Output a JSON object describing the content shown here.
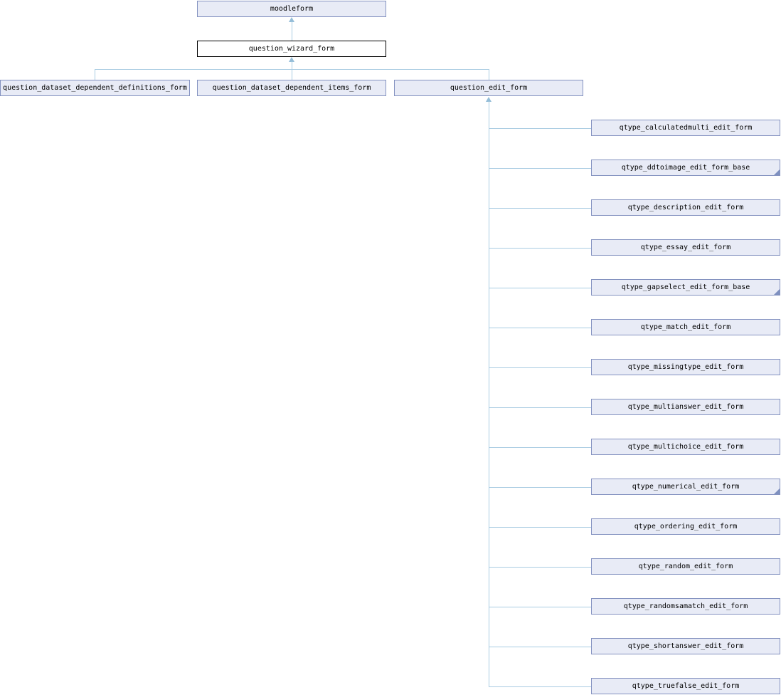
{
  "diagram_type": "class-inheritance-graph",
  "colors": {
    "node_fill": "#e8ebf6",
    "node_border": "#8492c0",
    "current_node_fill": "#ffffff",
    "current_node_border": "#000000",
    "edge": "#a9cce2",
    "arrow": "#94bdd8",
    "hidden_children_marker": "#7e90bf",
    "text": "#000000"
  },
  "nodes": [
    {
      "label": "moodleform",
      "style": "default"
    },
    {
      "label": "question_wizard_form",
      "style": "current"
    },
    {
      "label": "question_dataset_dependent_definitions_form",
      "style": "default"
    },
    {
      "label": "question_dataset_dependent_items_form",
      "style": "default"
    },
    {
      "label": "question_edit_form",
      "style": "default"
    },
    {
      "label": "qtype_calculatedmulti_edit_form",
      "style": "default"
    },
    {
      "label": "qtype_ddtoimage_edit_form_base",
      "style": "default",
      "has_hidden_children": true
    },
    {
      "label": "qtype_description_edit_form",
      "style": "default"
    },
    {
      "label": "qtype_essay_edit_form",
      "style": "default"
    },
    {
      "label": "qtype_gapselect_edit_form_base",
      "style": "default",
      "has_hidden_children": true
    },
    {
      "label": "qtype_match_edit_form",
      "style": "default"
    },
    {
      "label": "qtype_missingtype_edit_form",
      "style": "default"
    },
    {
      "label": "qtype_multianswer_edit_form",
      "style": "default"
    },
    {
      "label": "qtype_multichoice_edit_form",
      "style": "default"
    },
    {
      "label": "qtype_numerical_edit_form",
      "style": "default",
      "has_hidden_children": true
    },
    {
      "label": "qtype_ordering_edit_form",
      "style": "default"
    },
    {
      "label": "qtype_random_edit_form",
      "style": "default"
    },
    {
      "label": "qtype_randomsamatch_edit_form",
      "style": "default"
    },
    {
      "label": "qtype_shortanswer_edit_form",
      "style": "default"
    },
    {
      "label": "qtype_truefalse_edit_form",
      "style": "default"
    }
  ],
  "relations": [
    {
      "child": "question_wizard_form",
      "parent": "moodleform"
    },
    {
      "child": "question_dataset_dependent_definitions_form",
      "parent": "question_wizard_form"
    },
    {
      "child": "question_dataset_dependent_items_form",
      "parent": "question_wizard_form"
    },
    {
      "child": "question_edit_form",
      "parent": "question_wizard_form"
    },
    {
      "child": "qtype_calculatedmulti_edit_form",
      "parent": "question_edit_form"
    },
    {
      "child": "qtype_ddtoimage_edit_form_base",
      "parent": "question_edit_form"
    },
    {
      "child": "qtype_description_edit_form",
      "parent": "question_edit_form"
    },
    {
      "child": "qtype_essay_edit_form",
      "parent": "question_edit_form"
    },
    {
      "child": "qtype_gapselect_edit_form_base",
      "parent": "question_edit_form"
    },
    {
      "child": "qtype_match_edit_form",
      "parent": "question_edit_form"
    },
    {
      "child": "qtype_missingtype_edit_form",
      "parent": "question_edit_form"
    },
    {
      "child": "qtype_multianswer_edit_form",
      "parent": "question_edit_form"
    },
    {
      "child": "qtype_multichoice_edit_form",
      "parent": "question_edit_form"
    },
    {
      "child": "qtype_numerical_edit_form",
      "parent": "question_edit_form"
    },
    {
      "child": "qtype_ordering_edit_form",
      "parent": "question_edit_form"
    },
    {
      "child": "qtype_random_edit_form",
      "parent": "question_edit_form"
    },
    {
      "child": "qtype_randomsamatch_edit_form",
      "parent": "question_edit_form"
    },
    {
      "child": "qtype_shortanswer_edit_form",
      "parent": "question_edit_form"
    },
    {
      "child": "qtype_truefalse_edit_form",
      "parent": "question_edit_form"
    }
  ]
}
